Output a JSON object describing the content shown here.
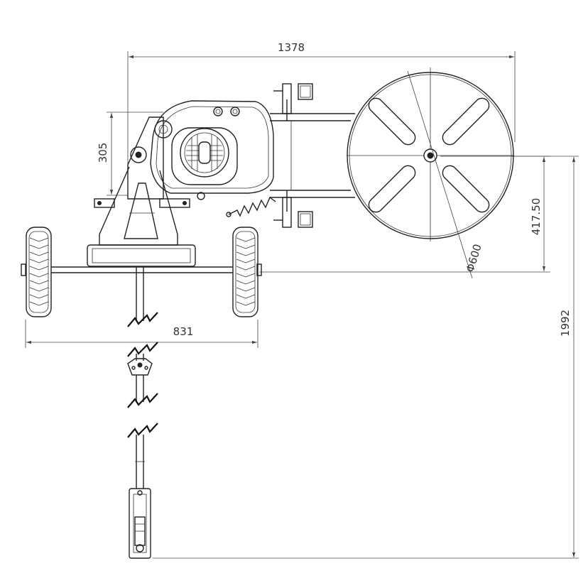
{
  "dimensions": {
    "overall_length": "1378",
    "engine_height": "305",
    "reel_offset": "417.50",
    "reel_diameter": "Φ600",
    "track_width": "831",
    "total_length": "1992"
  },
  "colors": {
    "line": "#222222",
    "background": "#ffffff"
  }
}
